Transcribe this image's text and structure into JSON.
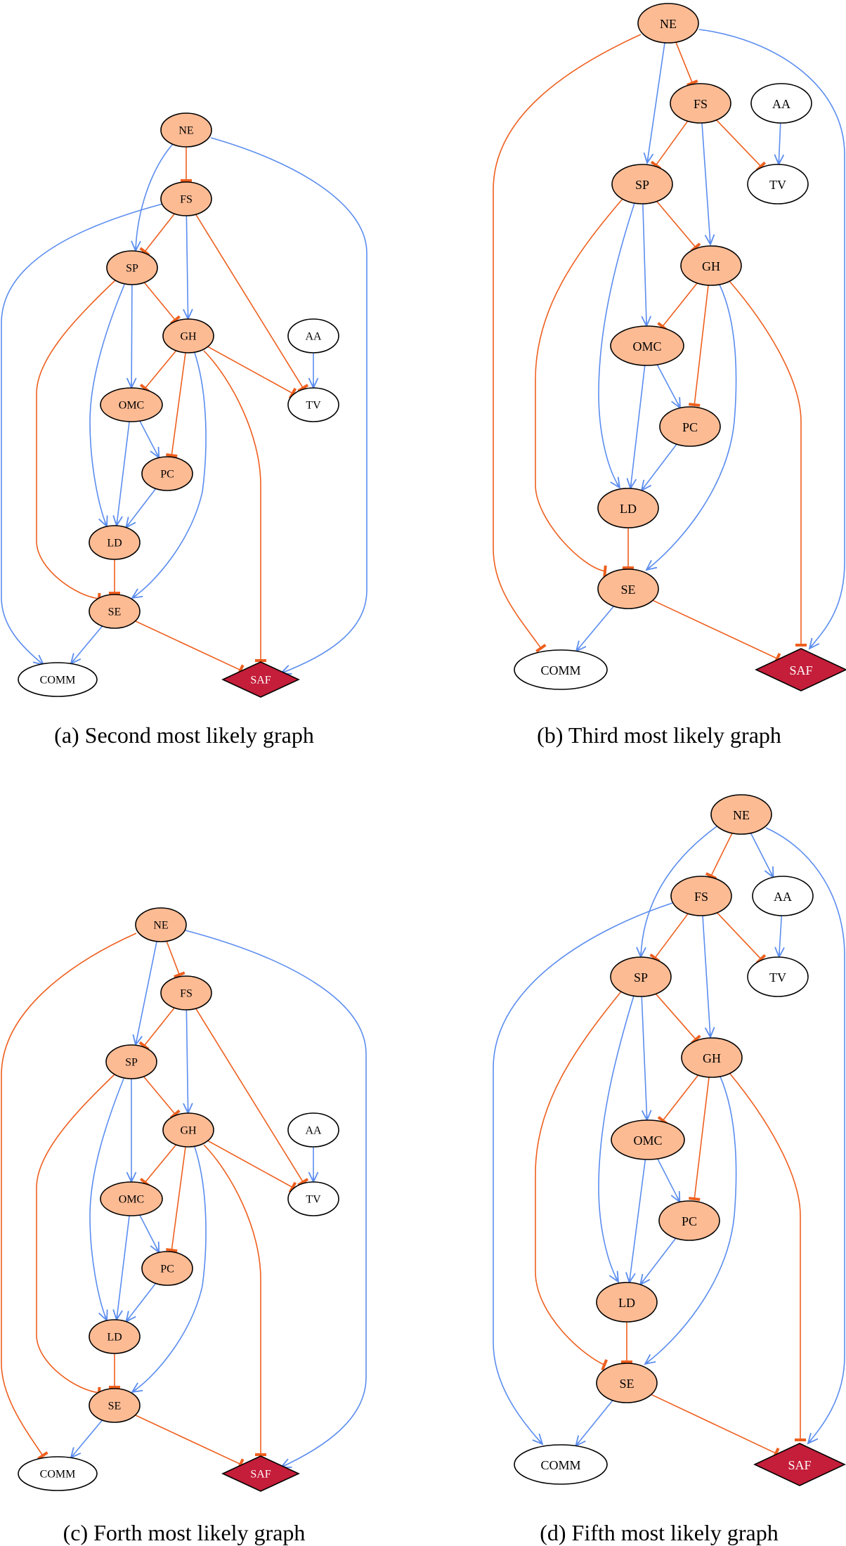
{
  "figure": {
    "colors": {
      "activation_edge": "#5B8DEF",
      "inhibition_edge": "#EE5F1E",
      "core_node_fill": "#FDBB94",
      "plain_node_fill": "#FFFFFF",
      "outcome_node_fill": "#C41E3A",
      "node_stroke": "#000000",
      "outcome_label": "#FFFFFF"
    },
    "legend_semantics": {
      "arrow": "activation (blue, open arrowhead)",
      "tee": "inhibition (orange, bar end)"
    },
    "panels": [
      {
        "id": "a",
        "caption": "(a) Second most likely graph",
        "nodes": [
          {
            "id": "NE",
            "label": "NE",
            "style": "core"
          },
          {
            "id": "FS",
            "label": "FS",
            "style": "core"
          },
          {
            "id": "SP",
            "label": "SP",
            "style": "core"
          },
          {
            "id": "GH",
            "label": "GH",
            "style": "core"
          },
          {
            "id": "AA",
            "label": "AA",
            "style": "plain"
          },
          {
            "id": "OMC",
            "label": "OMC",
            "style": "core"
          },
          {
            "id": "TV",
            "label": "TV",
            "style": "plain"
          },
          {
            "id": "PC",
            "label": "PC",
            "style": "core"
          },
          {
            "id": "LD",
            "label": "LD",
            "style": "core"
          },
          {
            "id": "SE",
            "label": "SE",
            "style": "core"
          },
          {
            "id": "COMM",
            "label": "COMM",
            "style": "plain"
          },
          {
            "id": "SAF",
            "label": "SAF",
            "style": "outcome"
          }
        ],
        "edges": [
          {
            "from": "NE",
            "to": "FS",
            "type": "inhibit"
          },
          {
            "from": "NE",
            "to": "SP",
            "type": "activate"
          },
          {
            "from": "NE",
            "to": "SAF",
            "type": "activate"
          },
          {
            "from": "FS",
            "to": "SP",
            "type": "inhibit"
          },
          {
            "from": "FS",
            "to": "GH",
            "type": "activate"
          },
          {
            "from": "FS",
            "to": "TV",
            "type": "inhibit"
          },
          {
            "from": "FS",
            "to": "COMM",
            "type": "activate"
          },
          {
            "from": "SP",
            "to": "GH",
            "type": "inhibit"
          },
          {
            "from": "SP",
            "to": "OMC",
            "type": "activate"
          },
          {
            "from": "SP",
            "to": "LD",
            "type": "activate"
          },
          {
            "from": "SP",
            "to": "SE",
            "type": "inhibit"
          },
          {
            "from": "GH",
            "to": "OMC",
            "type": "inhibit"
          },
          {
            "from": "GH",
            "to": "PC",
            "type": "inhibit"
          },
          {
            "from": "GH",
            "to": "SE",
            "type": "activate"
          },
          {
            "from": "GH",
            "to": "SAF",
            "type": "inhibit"
          },
          {
            "from": "GH",
            "to": "TV",
            "type": "inhibit"
          },
          {
            "from": "AA",
            "to": "TV",
            "type": "activate"
          },
          {
            "from": "OMC",
            "to": "PC",
            "type": "activate"
          },
          {
            "from": "OMC",
            "to": "LD",
            "type": "activate"
          },
          {
            "from": "PC",
            "to": "LD",
            "type": "activate"
          },
          {
            "from": "LD",
            "to": "SE",
            "type": "inhibit"
          },
          {
            "from": "SE",
            "to": "COMM",
            "type": "activate"
          },
          {
            "from": "SE",
            "to": "SAF",
            "type": "inhibit"
          }
        ]
      },
      {
        "id": "b",
        "caption": "(b) Third most likely graph",
        "nodes": [
          {
            "id": "NE",
            "label": "NE",
            "style": "core"
          },
          {
            "id": "FS",
            "label": "FS",
            "style": "core"
          },
          {
            "id": "AA",
            "label": "AA",
            "style": "plain"
          },
          {
            "id": "SP",
            "label": "SP",
            "style": "core"
          },
          {
            "id": "TV",
            "label": "TV",
            "style": "plain"
          },
          {
            "id": "GH",
            "label": "GH",
            "style": "core"
          },
          {
            "id": "OMC",
            "label": "OMC",
            "style": "core"
          },
          {
            "id": "PC",
            "label": "PC",
            "style": "core"
          },
          {
            "id": "LD",
            "label": "LD",
            "style": "core"
          },
          {
            "id": "SE",
            "label": "SE",
            "style": "core"
          },
          {
            "id": "COMM",
            "label": "COMM",
            "style": "plain"
          },
          {
            "id": "SAF",
            "label": "SAF",
            "style": "outcome"
          }
        ],
        "edges": [
          {
            "from": "NE",
            "to": "FS",
            "type": "inhibit"
          },
          {
            "from": "NE",
            "to": "SP",
            "type": "activate"
          },
          {
            "from": "NE",
            "to": "COMM",
            "type": "inhibit"
          },
          {
            "from": "NE",
            "to": "SAF",
            "type": "activate"
          },
          {
            "from": "FS",
            "to": "SP",
            "type": "inhibit"
          },
          {
            "from": "FS",
            "to": "GH",
            "type": "activate"
          },
          {
            "from": "FS",
            "to": "TV",
            "type": "inhibit"
          },
          {
            "from": "AA",
            "to": "TV",
            "type": "activate"
          },
          {
            "from": "SP",
            "to": "GH",
            "type": "inhibit"
          },
          {
            "from": "SP",
            "to": "OMC",
            "type": "activate"
          },
          {
            "from": "SP",
            "to": "LD",
            "type": "activate"
          },
          {
            "from": "SP",
            "to": "SE",
            "type": "inhibit"
          },
          {
            "from": "GH",
            "to": "OMC",
            "type": "inhibit"
          },
          {
            "from": "GH",
            "to": "PC",
            "type": "inhibit"
          },
          {
            "from": "GH",
            "to": "SE",
            "type": "activate"
          },
          {
            "from": "GH",
            "to": "SAF",
            "type": "inhibit"
          },
          {
            "from": "OMC",
            "to": "PC",
            "type": "activate"
          },
          {
            "from": "OMC",
            "to": "LD",
            "type": "activate"
          },
          {
            "from": "PC",
            "to": "LD",
            "type": "activate"
          },
          {
            "from": "LD",
            "to": "SE",
            "type": "inhibit"
          },
          {
            "from": "SE",
            "to": "COMM",
            "type": "activate"
          },
          {
            "from": "SE",
            "to": "SAF",
            "type": "inhibit"
          }
        ]
      },
      {
        "id": "c",
        "caption": "(c) Forth most likely graph",
        "nodes": [
          {
            "id": "NE",
            "label": "NE",
            "style": "core"
          },
          {
            "id": "FS",
            "label": "FS",
            "style": "core"
          },
          {
            "id": "SP",
            "label": "SP",
            "style": "core"
          },
          {
            "id": "GH",
            "label": "GH",
            "style": "core"
          },
          {
            "id": "AA",
            "label": "AA",
            "style": "plain"
          },
          {
            "id": "OMC",
            "label": "OMC",
            "style": "core"
          },
          {
            "id": "TV",
            "label": "TV",
            "style": "plain"
          },
          {
            "id": "PC",
            "label": "PC",
            "style": "core"
          },
          {
            "id": "LD",
            "label": "LD",
            "style": "core"
          },
          {
            "id": "SE",
            "label": "SE",
            "style": "core"
          },
          {
            "id": "COMM",
            "label": "COMM",
            "style": "plain"
          },
          {
            "id": "SAF",
            "label": "SAF",
            "style": "outcome"
          }
        ],
        "edges": [
          {
            "from": "NE",
            "to": "FS",
            "type": "inhibit"
          },
          {
            "from": "NE",
            "to": "SP",
            "type": "activate"
          },
          {
            "from": "NE",
            "to": "COMM",
            "type": "inhibit"
          },
          {
            "from": "NE",
            "to": "SAF",
            "type": "activate"
          },
          {
            "from": "FS",
            "to": "SP",
            "type": "inhibit"
          },
          {
            "from": "FS",
            "to": "GH",
            "type": "activate"
          },
          {
            "from": "FS",
            "to": "TV",
            "type": "inhibit"
          },
          {
            "from": "SP",
            "to": "GH",
            "type": "inhibit"
          },
          {
            "from": "SP",
            "to": "OMC",
            "type": "activate"
          },
          {
            "from": "SP",
            "to": "LD",
            "type": "activate"
          },
          {
            "from": "SP",
            "to": "SE",
            "type": "inhibit"
          },
          {
            "from": "GH",
            "to": "OMC",
            "type": "inhibit"
          },
          {
            "from": "GH",
            "to": "PC",
            "type": "inhibit"
          },
          {
            "from": "GH",
            "to": "SE",
            "type": "activate"
          },
          {
            "from": "GH",
            "to": "SAF",
            "type": "inhibit"
          },
          {
            "from": "GH",
            "to": "TV",
            "type": "inhibit"
          },
          {
            "from": "AA",
            "to": "TV",
            "type": "activate"
          },
          {
            "from": "OMC",
            "to": "PC",
            "type": "activate"
          },
          {
            "from": "OMC",
            "to": "LD",
            "type": "activate"
          },
          {
            "from": "PC",
            "to": "LD",
            "type": "activate"
          },
          {
            "from": "LD",
            "to": "SE",
            "type": "inhibit"
          },
          {
            "from": "SE",
            "to": "COMM",
            "type": "activate"
          },
          {
            "from": "SE",
            "to": "SAF",
            "type": "inhibit"
          }
        ]
      },
      {
        "id": "d",
        "caption": "(d) Fifth most likely graph",
        "nodes": [
          {
            "id": "NE",
            "label": "NE",
            "style": "core"
          },
          {
            "id": "FS",
            "label": "FS",
            "style": "core"
          },
          {
            "id": "AA",
            "label": "AA",
            "style": "plain"
          },
          {
            "id": "SP",
            "label": "SP",
            "style": "core"
          },
          {
            "id": "TV",
            "label": "TV",
            "style": "plain"
          },
          {
            "id": "GH",
            "label": "GH",
            "style": "core"
          },
          {
            "id": "OMC",
            "label": "OMC",
            "style": "core"
          },
          {
            "id": "PC",
            "label": "PC",
            "style": "core"
          },
          {
            "id": "LD",
            "label": "LD",
            "style": "core"
          },
          {
            "id": "SE",
            "label": "SE",
            "style": "core"
          },
          {
            "id": "COMM",
            "label": "COMM",
            "style": "plain"
          },
          {
            "id": "SAF",
            "label": "SAF",
            "style": "outcome"
          }
        ],
        "edges": [
          {
            "from": "NE",
            "to": "FS",
            "type": "inhibit"
          },
          {
            "from": "NE",
            "to": "SP",
            "type": "activate"
          },
          {
            "from": "NE",
            "to": "AA",
            "type": "activate"
          },
          {
            "from": "NE",
            "to": "SAF",
            "type": "activate"
          },
          {
            "from": "FS",
            "to": "SP",
            "type": "inhibit"
          },
          {
            "from": "FS",
            "to": "GH",
            "type": "activate"
          },
          {
            "from": "FS",
            "to": "TV",
            "type": "inhibit"
          },
          {
            "from": "FS",
            "to": "COMM",
            "type": "activate"
          },
          {
            "from": "AA",
            "to": "TV",
            "type": "activate"
          },
          {
            "from": "SP",
            "to": "GH",
            "type": "inhibit"
          },
          {
            "from": "SP",
            "to": "OMC",
            "type": "activate"
          },
          {
            "from": "SP",
            "to": "LD",
            "type": "activate"
          },
          {
            "from": "SP",
            "to": "SE",
            "type": "inhibit"
          },
          {
            "from": "GH",
            "to": "OMC",
            "type": "inhibit"
          },
          {
            "from": "GH",
            "to": "PC",
            "type": "inhibit"
          },
          {
            "from": "GH",
            "to": "SE",
            "type": "activate"
          },
          {
            "from": "GH",
            "to": "SAF",
            "type": "inhibit"
          },
          {
            "from": "OMC",
            "to": "PC",
            "type": "activate"
          },
          {
            "from": "OMC",
            "to": "LD",
            "type": "activate"
          },
          {
            "from": "PC",
            "to": "LD",
            "type": "activate"
          },
          {
            "from": "LD",
            "to": "SE",
            "type": "inhibit"
          },
          {
            "from": "SE",
            "to": "COMM",
            "type": "activate"
          },
          {
            "from": "SE",
            "to": "SAF",
            "type": "inhibit"
          }
        ]
      }
    ]
  }
}
